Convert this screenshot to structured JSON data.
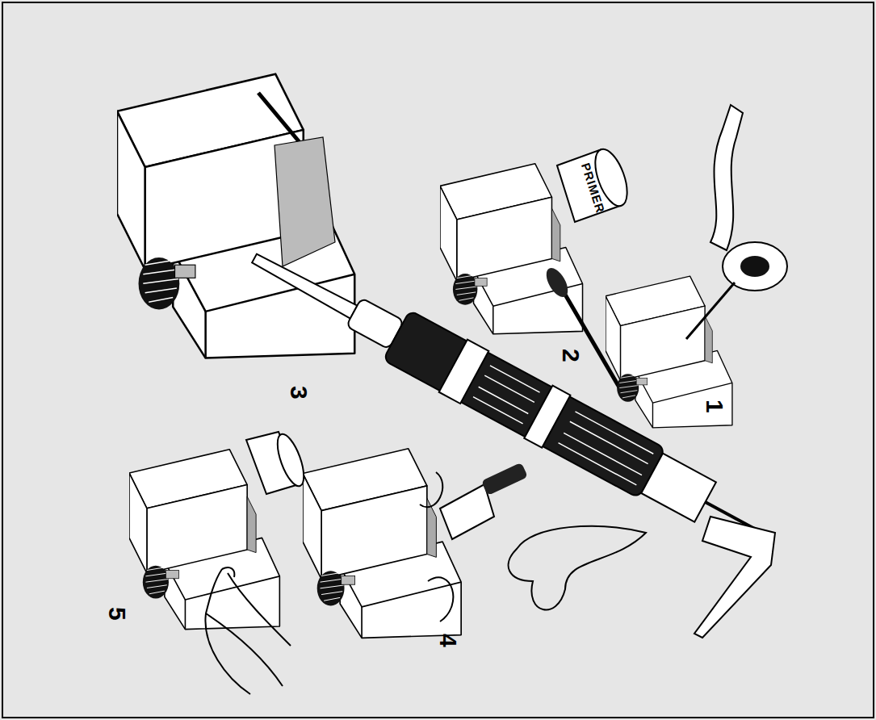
{
  "diagram": {
    "labels": [
      "1",
      "2",
      "3",
      "4",
      "5",
      "PRIMER"
    ]
  }
}
